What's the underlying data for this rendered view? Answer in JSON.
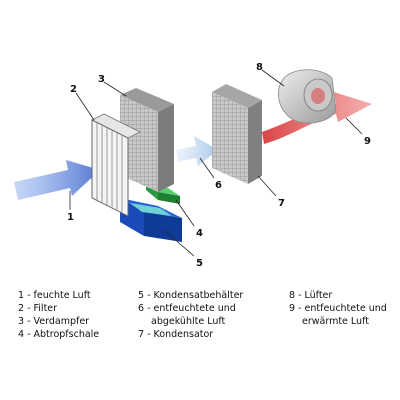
{
  "callouts": [
    "1",
    "2",
    "3",
    "4",
    "5",
    "6",
    "7",
    "8",
    "9"
  ],
  "legend": {
    "col1": [
      "1 - feuchte Luft",
      "2 - Filter",
      "3 - Verdampfer",
      "4 - Abtropfschale"
    ],
    "col2": [
      "5 - Kondensatbehälter",
      "6 - entfeuchtete und",
      "abgekühlte Luft",
      "7 - Kondensator"
    ],
    "col3": [
      "8 - Lüfter",
      "9 - entfeuchtete und",
      "erwärmte Luft"
    ]
  },
  "colors": {
    "humid_air": "#5b7fd8",
    "cooled_air": "#a9c8e8",
    "warm_air": "#e05a5a",
    "drip_tray": "#2fae4a",
    "condensate_tank": "#1a49b8"
  }
}
